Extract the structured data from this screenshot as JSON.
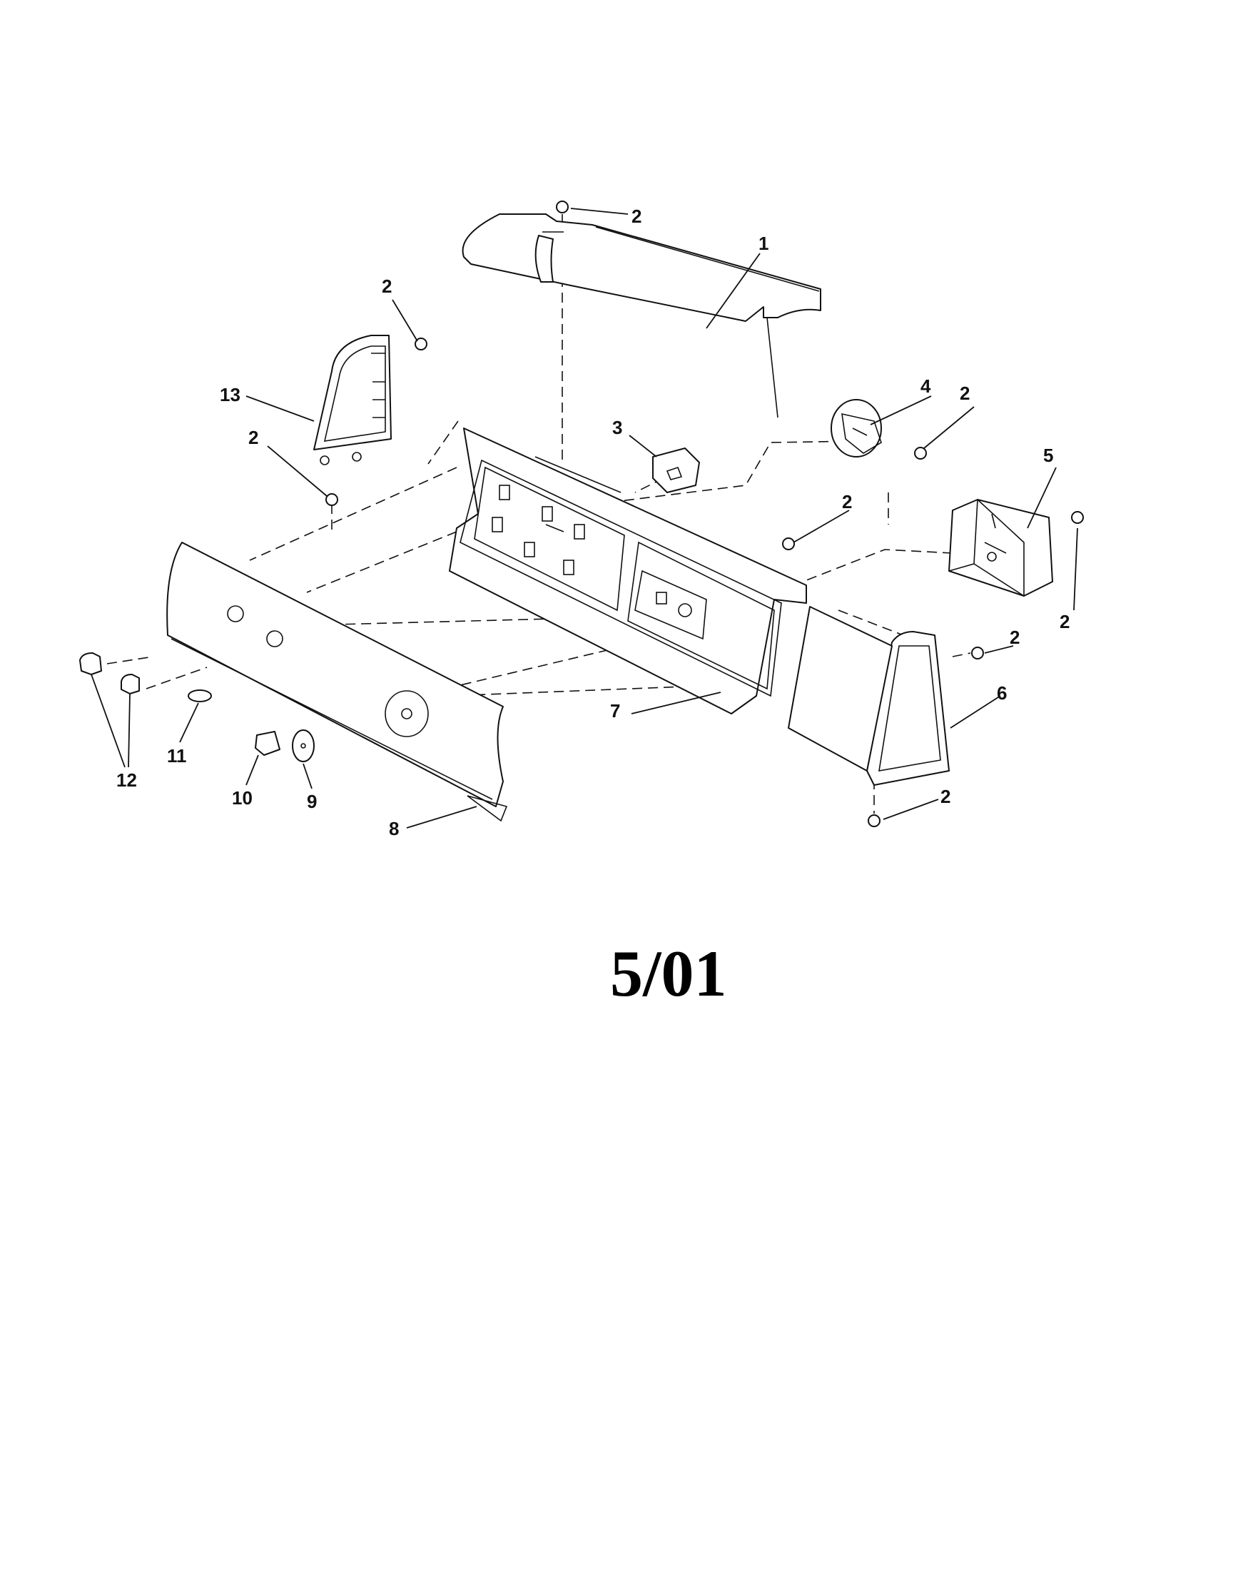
{
  "callouts": {
    "c1": "1",
    "c2a": "2",
    "c2b": "2",
    "c2c": "2",
    "c2d": "2",
    "c2e": "2",
    "c2f": "2",
    "c2g": "2",
    "c2h": "2",
    "c3": "3",
    "c4": "4",
    "c5": "5",
    "c6": "6",
    "c7": "7",
    "c8": "8",
    "c9": "9",
    "c10": "10",
    "c11": "11",
    "c12": "12",
    "c13": "13"
  },
  "date_code": "5/01"
}
